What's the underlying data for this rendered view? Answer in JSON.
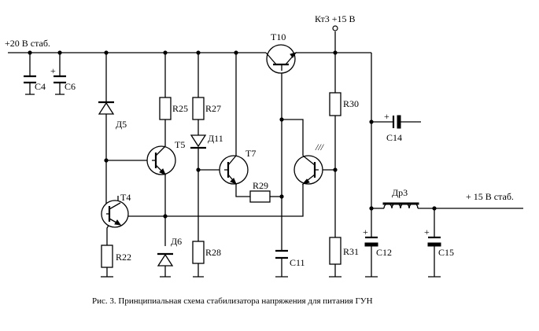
{
  "labels": {
    "input": "+20 В стаб.",
    "kt3": "Кт3 +15 В",
    "output": "+ 15 В стаб.",
    "plus": "+",
    "c4": "C4",
    "c6": "C6",
    "c11": "C11",
    "c12": "C12",
    "c14": "C14",
    "c15": "C15",
    "d5": "Д5",
    "d6": "Д6",
    "d11": "Д11",
    "r22": "R22",
    "r25": "R25",
    "r27": "R27",
    "r28": "R28",
    "r29": "R29",
    "r30": "R30",
    "r31": "R31",
    "t4": "T4",
    "t5": "T5",
    "t7": "T7",
    "t10": "T10",
    "dr3": "Др3",
    "opto_mark": "///"
  },
  "caption": "Рис. 3. Принципиальная схема стабилизатора напряжения для питания ГУН"
}
